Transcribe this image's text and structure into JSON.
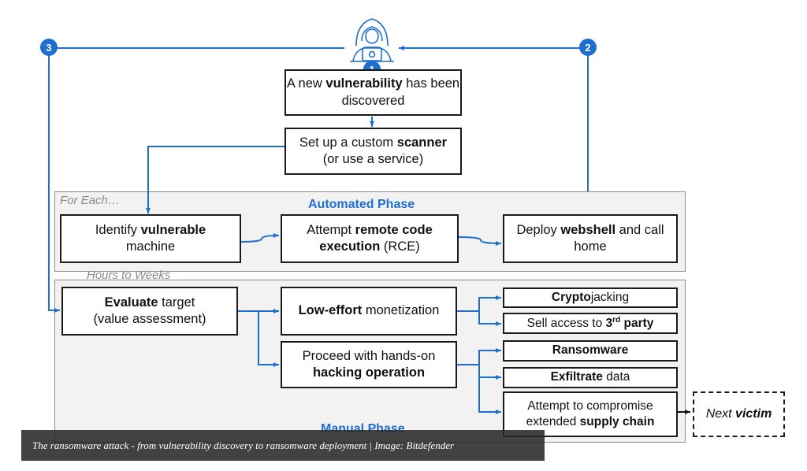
{
  "phases": {
    "automated": {
      "label": "For Each…",
      "title": "Automated Phase"
    },
    "manual": {
      "label": "Hours to Weeks",
      "title": "Manual Phase"
    }
  },
  "badges": {
    "b1": "1",
    "b2": "2",
    "b3": "3"
  },
  "nodes": {
    "vuln": {
      "pre": "A new ",
      "bold": "vulnerability",
      "post": " has been discovered"
    },
    "scanner": {
      "pre": "Set up a custom ",
      "bold": "scanner",
      "post": "(or use a service)"
    },
    "identify": {
      "pre": "Identify ",
      "bold": "vulnerable",
      "post": "machine"
    },
    "rce": {
      "pre": "Attempt ",
      "bold": "remote code execution",
      "post": " (RCE)"
    },
    "webshell": {
      "pre": "Deploy ",
      "bold": "webshell",
      "post": " and call home"
    },
    "evaluate": {
      "bold": "Evaluate",
      "post": " target",
      "line2": "(value assessment)"
    },
    "loweffort": {
      "bold": "Low-effort",
      "post": " monetization"
    },
    "handson": {
      "pre": "Proceed with hands-on",
      "bold": "hacking operation"
    },
    "crypto": {
      "bold": "Crypto",
      "post": "jacking"
    },
    "sell": {
      "pre": "Sell access to ",
      "bold": "3",
      "sup": "rd",
      "bold2": " party"
    },
    "ransomware": {
      "bold": "Ransomware"
    },
    "exfil": {
      "bold": "Exfiltrate",
      "post": " data"
    },
    "supply": {
      "pre": "Attempt to compromise",
      "pre2": "extended ",
      "bold": "supply chain"
    },
    "next": {
      "pre": "Next ",
      "bold": "victim"
    }
  },
  "caption": "The ransomware attack - from vulnerability discovery to ransomware deployment | Image: Bitdefender",
  "colors": {
    "accent": "#1f6fd1",
    "phase_bg": "#f2f2f2",
    "box_border": "#1a1a1a"
  },
  "icons": {
    "attacker": "hooded-hacker-icon"
  }
}
